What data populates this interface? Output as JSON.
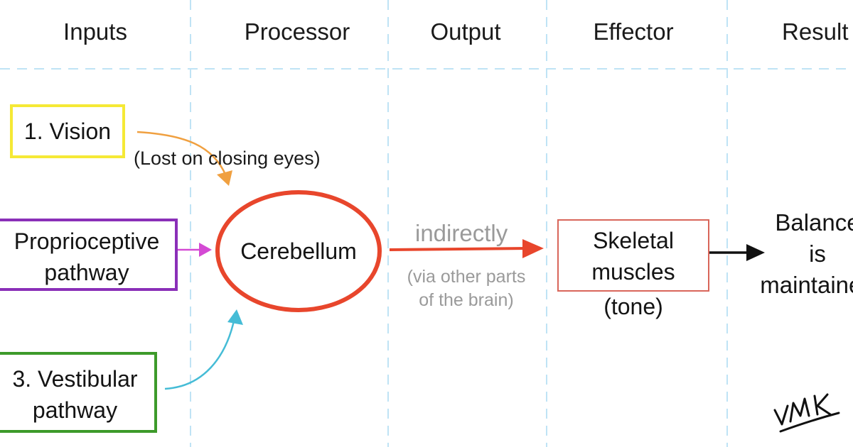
{
  "columns": [
    "Inputs",
    "Processor",
    "Output",
    "Effector",
    "Result"
  ],
  "inputs": {
    "vision": {
      "label": "1. Vision",
      "note": "(Lost on closing eyes)",
      "color": "#f5e935"
    },
    "proprioceptive": {
      "line1": "Proprioceptive",
      "line2": "pathway",
      "color": "#8a2fb8"
    },
    "vestibular": {
      "line1": "3. Vestibular",
      "line2": "pathway",
      "color": "#3d9a2a"
    }
  },
  "processor": {
    "label": "Cerebellum",
    "color": "#e8462c"
  },
  "output": {
    "label": "indirectly",
    "note_line1": "(via other parts",
    "note_line2": "of the brain)"
  },
  "effector": {
    "line1": "Skeletal",
    "line2": "muscles",
    "note": "(tone)",
    "color": "#d9665a"
  },
  "result": {
    "line1": "Balance",
    "line2": "is",
    "line3": "maintained"
  },
  "signature": "VMK",
  "arrow_colors": {
    "vision": "#f0a040",
    "proprioceptive": "#d44ad4",
    "vestibular": "#45bcd6",
    "output": "#e8462c",
    "result": "#111111"
  },
  "grid_color": "#bfe3f5"
}
